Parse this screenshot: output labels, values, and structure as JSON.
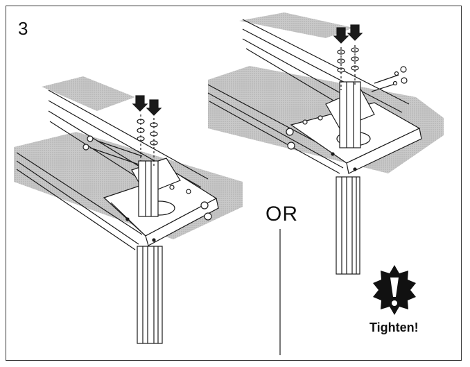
{
  "step_number": "3",
  "separator_text": "OR",
  "warning": {
    "label": "Tighten!",
    "icon": "exclamation-burst-icon"
  },
  "colors": {
    "line": "#1a1a1a",
    "shadow": "#bdbdbd",
    "warning": "#111111"
  }
}
